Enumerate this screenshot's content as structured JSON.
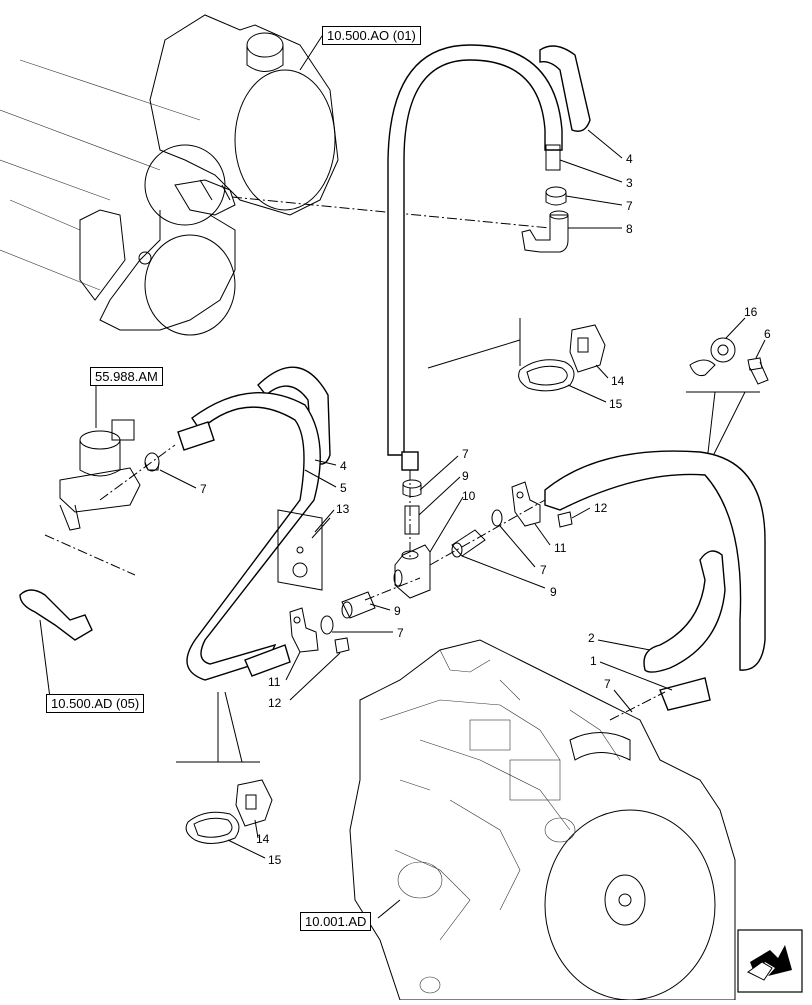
{
  "references": {
    "top": "10.500.AO (01)",
    "valve": "55.988.AM",
    "left_bottom": "10.500.AD (05)",
    "engine": "10.001.AD"
  },
  "callouts": {
    "c4a": "4",
    "c3": "3",
    "c7a": "7",
    "c8": "8",
    "c16": "16",
    "c6": "6",
    "c14a": "14",
    "c15a": "15",
    "c7b": "7",
    "c4b": "4",
    "c5": "5",
    "c13": "13",
    "c7c": "7",
    "c9a": "9",
    "c10": "10",
    "c12a": "12",
    "c11a": "11",
    "c7d": "7",
    "c9b": "9",
    "c9c": "9",
    "c7e": "7",
    "c11b": "11",
    "c12b": "12",
    "c2": "2",
    "c1": "1",
    "c7f": "7",
    "c14b": "14",
    "c15b": "15"
  },
  "icons": {
    "nav": "direction-arrow-icon"
  }
}
